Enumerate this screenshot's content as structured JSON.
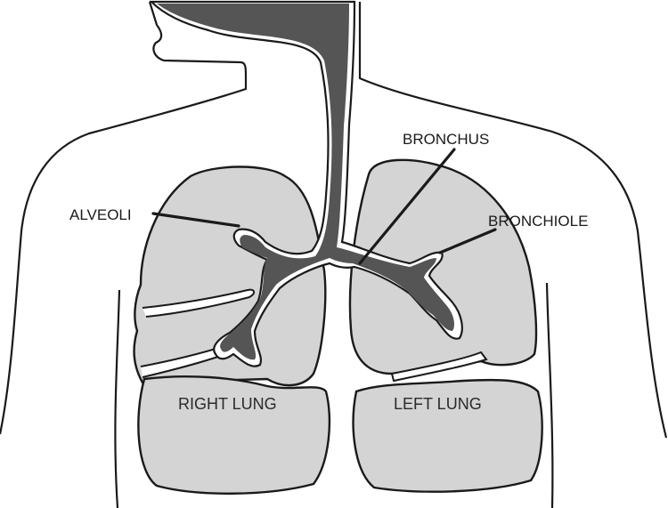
{
  "labels": {
    "bronchus": "BRONCHUS",
    "alveoli": "ALVEOLI",
    "bronchiole": "BRONCHIOLE",
    "right_lung": "RIGHT LUNG",
    "left_lung": "LEFT LUNG"
  },
  "colors": {
    "lung_fill": "#d4d4d4",
    "airway_fill": "#555555",
    "outline": "#1a1a1a",
    "background": "#ffffff"
  }
}
